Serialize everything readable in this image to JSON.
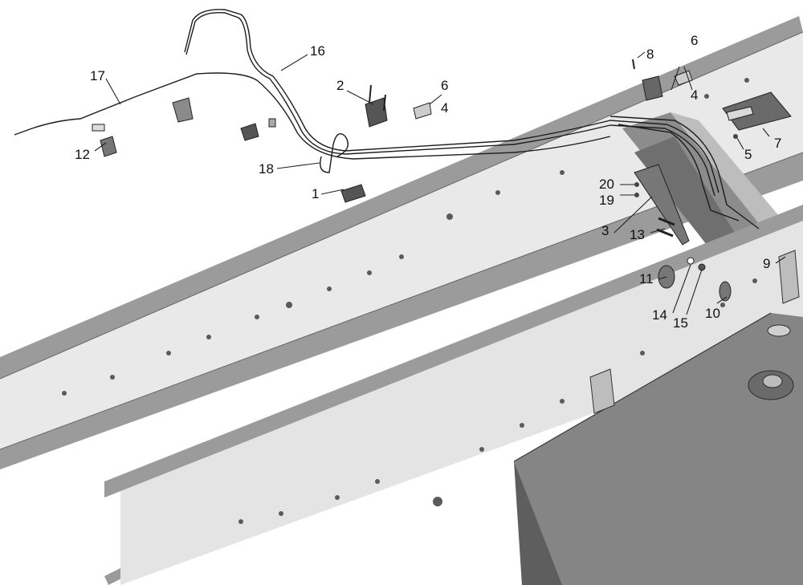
{
  "diagram": {
    "callouts": [
      {
        "id": "c1",
        "label": "1"
      },
      {
        "id": "c2",
        "label": "2"
      },
      {
        "id": "c3",
        "label": "3"
      },
      {
        "id": "c4a",
        "label": "4"
      },
      {
        "id": "c4b",
        "label": "4"
      },
      {
        "id": "c5",
        "label": "5"
      },
      {
        "id": "c6a",
        "label": "6"
      },
      {
        "id": "c6b",
        "label": "6"
      },
      {
        "id": "c7",
        "label": "7"
      },
      {
        "id": "c8",
        "label": "8"
      },
      {
        "id": "c9",
        "label": "9"
      },
      {
        "id": "c10",
        "label": "10"
      },
      {
        "id": "c11",
        "label": "11"
      },
      {
        "id": "c12",
        "label": "12"
      },
      {
        "id": "c13",
        "label": "13"
      },
      {
        "id": "c14",
        "label": "14"
      },
      {
        "id": "c15",
        "label": "15"
      },
      {
        "id": "c16",
        "label": "16"
      },
      {
        "id": "c17",
        "label": "17"
      },
      {
        "id": "c18",
        "label": "18"
      },
      {
        "id": "c19",
        "label": "19"
      },
      {
        "id": "c20",
        "label": "20"
      }
    ],
    "colors": {
      "frame_light": "#e9e9e9",
      "frame_shade": "#9b9b9b",
      "frame_dark": "#7a7a7a",
      "tank": "#858585",
      "tank_dark": "#5e5e5e",
      "line": "#1c1c1c"
    }
  }
}
